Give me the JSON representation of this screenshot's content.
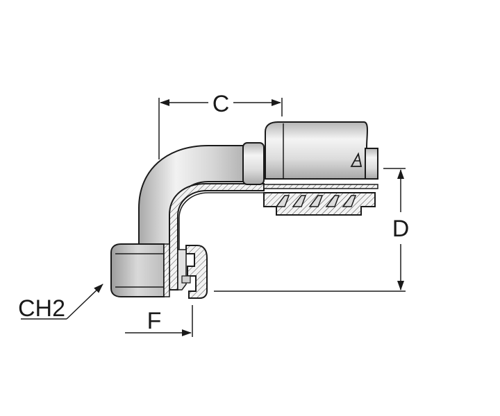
{
  "diagram": {
    "labels": {
      "c": "C",
      "d": "D",
      "f": "F",
      "ch2": "CH2"
    },
    "brand_mark": "brand-logo-icon",
    "colors": {
      "metal_light": "#ececec",
      "metal_mid": "#c9c9c9",
      "metal_dark": "#9a9a9a",
      "outline": "#1a1a1a",
      "hatch": "#444444"
    }
  }
}
